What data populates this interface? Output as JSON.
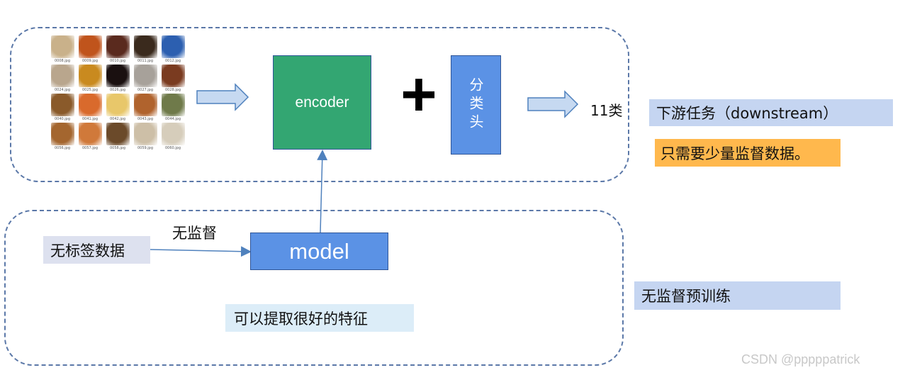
{
  "images": [
    {
      "file": "0008.jpg",
      "color": "#c9b18a"
    },
    {
      "file": "0009.jpg",
      "color": "#c0541c"
    },
    {
      "file": "0010.jpg",
      "color": "#5a2a1e"
    },
    {
      "file": "0011.jpg",
      "color": "#3a2a1d"
    },
    {
      "file": "0012.jpg",
      "color": "#2c5fb0"
    },
    {
      "file": "0024.jpg",
      "color": "#b9a68d"
    },
    {
      "file": "0025.jpg",
      "color": "#c98a1f"
    },
    {
      "file": "0026.jpg",
      "color": "#1a1010"
    },
    {
      "file": "0027.jpg",
      "color": "#a7a19a"
    },
    {
      "file": "0028.jpg",
      "color": "#7a3b20"
    },
    {
      "file": "0040.jpg",
      "color": "#8a5a2a"
    },
    {
      "file": "0041.jpg",
      "color": "#d96a2c"
    },
    {
      "file": "0042.jpg",
      "color": "#e8c76a"
    },
    {
      "file": "0043.jpg",
      "color": "#b0632d"
    },
    {
      "file": "0044.jpg",
      "color": "#6f7a4a"
    },
    {
      "file": "0056.jpg",
      "color": "#a4662f"
    },
    {
      "file": "0057.jpg",
      "color": "#d0793a"
    },
    {
      "file": "0058.jpg",
      "color": "#6b4a2a"
    },
    {
      "file": "0059.jpg",
      "color": "#cdbfa7"
    },
    {
      "file": "0060.jpg",
      "color": "#d6cdbb"
    }
  ],
  "encoder_label": "encoder",
  "plus_symbol": "+",
  "classifier_head_label": "分类头",
  "output_label": "11类",
  "downstream_label": "下游任务（downstream）",
  "few_labels_note": "只需要少量监督数据。",
  "unlabeled_data_label": "无标签数据",
  "unsupervised_arrow_label": "无监督",
  "model_label": "model",
  "feature_note": "可以提取很好的特征",
  "pretrain_label": "无监督预训练",
  "watermark": "CSDN @pppppatrick",
  "colors": {
    "encoder_fill": "#33a672",
    "block_blue": "#5b92e5",
    "tag_light_blue": "#c5d5f1",
    "tag_orange": "#ffb84d",
    "tag_lavender": "#dde1ef",
    "tag_pale_cyan": "#dcedf8",
    "dashed_border": "#5b78a8",
    "arrow_fill": "#c6d9f1",
    "arrow_stroke": "#4f81bd"
  }
}
